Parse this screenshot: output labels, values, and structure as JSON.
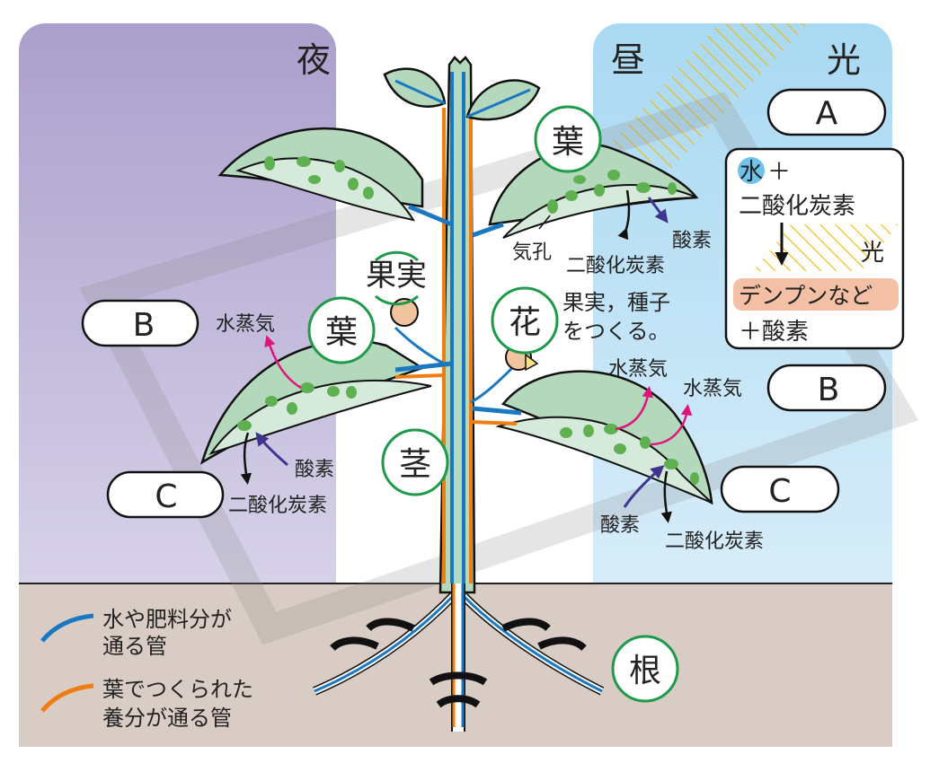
{
  "title_night": "夜",
  "title_day": "昼",
  "light_label": "光",
  "answer_boxes": {
    "a": "A",
    "b_left": "B",
    "c_left": "C",
    "b_right": "B",
    "c_right": "C"
  },
  "organs": {
    "leaf_top": "葉",
    "leaf_left": "葉",
    "fruit": "果実",
    "flower": "花",
    "stem": "茎",
    "root": "根"
  },
  "photosynthesis_box": {
    "water": "水",
    "plus1": "＋",
    "co2": "二酸化炭素",
    "light": "光",
    "starch": "デンプンなど",
    "oxygen": "＋酸素"
  },
  "annotations": {
    "stomata": "気孔",
    "co2_top": "二酸化炭素",
    "o2_top": "酸素",
    "flower_note_1": "果実，種子",
    "flower_note_2": "をつくる。",
    "vapor_left": "水蒸気",
    "o2_left": "酸素",
    "co2_left": "二酸化炭素",
    "vapor_right_1": "水蒸気",
    "vapor_right_2": "水蒸気",
    "o2_right": "酸素",
    "co2_right": "二酸化炭素"
  },
  "legend": [
    {
      "line1": "水や肥料分が",
      "line2": "通る管",
      "color": "#1a78c2"
    },
    {
      "line1": "葉でつくられた",
      "line2": "養分が通る管",
      "color": "#ef7d12"
    }
  ],
  "colors": {
    "night_top": "#ab9fcc",
    "night_bottom": "#dcd8ec",
    "day_top": "#a9d9f2",
    "day_bottom": "#ddeffa",
    "soil": "#d9ccc5",
    "leaf": "#b4d8bb",
    "xylem": "#1a78c2",
    "phloem": "#ef7d12",
    "organ_ring": "#1e9a4a",
    "vapor_arrow": "#e0147a",
    "oxygen_arrow": "#3f3590",
    "starch_bg": "#f3bfa5",
    "light_stripes": "#f2b705"
  }
}
